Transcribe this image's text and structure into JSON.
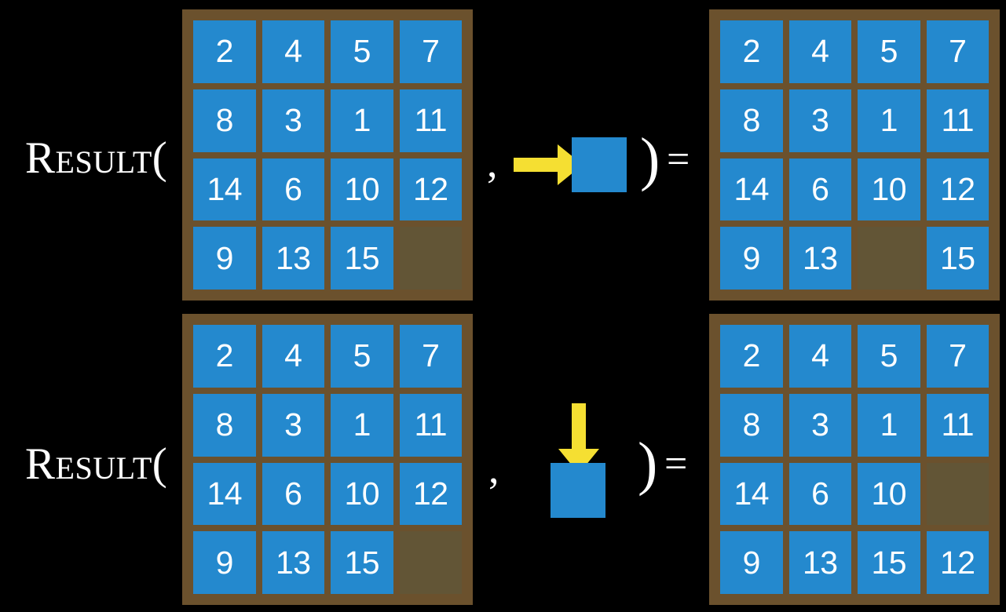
{
  "page": {
    "background_color": "#000000",
    "tile_color": "#2489ce",
    "board_color": "#6b512d",
    "empty_cell_color": "#625536",
    "arrow_color": "#f5df32",
    "text_color": "#ffffff"
  },
  "symbols": {
    "result_label": "Result(",
    "comma": ",",
    "close_paren": ")",
    "equals": "="
  },
  "rows": [
    {
      "id": "row-move-right",
      "label": "Result(",
      "input_board": {
        "name": "input-board-top",
        "rows": [
          [
            "2",
            "4",
            "5",
            "7"
          ],
          [
            "8",
            "3",
            "1",
            "11"
          ],
          [
            "14",
            "6",
            "10",
            "12"
          ],
          [
            "9",
            "13",
            "15",
            ""
          ]
        ]
      },
      "action": {
        "name": "move-right-action",
        "direction": "right",
        "arrow_icon": "arrow-right-icon",
        "tile_icon": "blank-tile-icon"
      },
      "output_board": {
        "name": "output-board-top",
        "rows": [
          [
            "2",
            "4",
            "5",
            "7"
          ],
          [
            "8",
            "3",
            "1",
            "11"
          ],
          [
            "14",
            "6",
            "10",
            "12"
          ],
          [
            "9",
            "13",
            "",
            "15"
          ]
        ]
      }
    },
    {
      "id": "row-move-down",
      "label": "Result(",
      "input_board": {
        "name": "input-board-bottom",
        "rows": [
          [
            "2",
            "4",
            "5",
            "7"
          ],
          [
            "8",
            "3",
            "1",
            "11"
          ],
          [
            "14",
            "6",
            "10",
            "12"
          ],
          [
            "9",
            "13",
            "15",
            ""
          ]
        ]
      },
      "action": {
        "name": "move-down-action",
        "direction": "down",
        "arrow_icon": "arrow-down-icon",
        "tile_icon": "blank-tile-icon"
      },
      "output_board": {
        "name": "output-board-bottom",
        "rows": [
          [
            "2",
            "4",
            "5",
            "7"
          ],
          [
            "8",
            "3",
            "1",
            "11"
          ],
          [
            "14",
            "6",
            "10",
            ""
          ],
          [
            "9",
            "13",
            "15",
            "12"
          ]
        ]
      }
    }
  ]
}
